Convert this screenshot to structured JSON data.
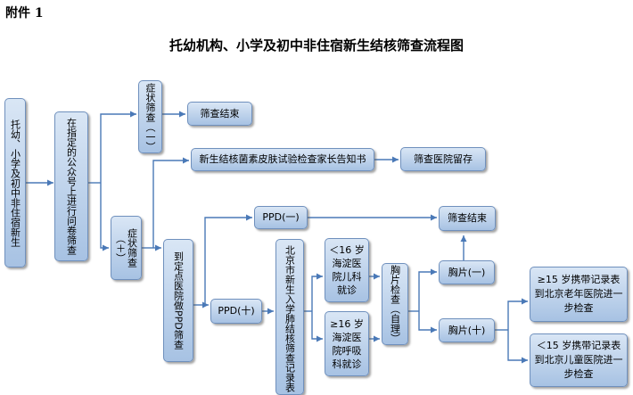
{
  "header": {
    "attachment": "附件 1",
    "title": "托幼机构、小学及初中非住宿新生结核筛查流程图"
  },
  "nodes": {
    "root": "托幼、小学及初中非住宿新生",
    "inquiry": "在指定的公众号上进行问卷筛查",
    "symptom_screen_1": "症状筛查（一）",
    "screen_end_1": "筛查结束",
    "notice": "新生结核菌素皮肤试验检查家长告知书",
    "archive": "筛查医院留存",
    "symptom_screen_plus": "症状筛查（＋）",
    "ppd_test": "到定点医院做PPD筛查",
    "ppd_neg": "PPD(一)",
    "screen_end_2": "筛查结束",
    "ppd_pos": "PPD(十)",
    "record": "北京市新生入学肺结核筛查记录表",
    "under16_a": "＜16 岁海淀医院儿科就诊",
    "under16_b": "≥16 岁海淀医院呼吸科就诊",
    "xray_check": "胸片检查（自理）",
    "xray_neg": "胸片(一)",
    "xray_pos": "胸片(十)",
    "over15": "≥15 岁携带记录表到北京老年医院进一步检查",
    "under15": "＜15 岁携带记录表到北京儿童医院进一步检查"
  },
  "colors": {
    "box_top": "#d9e6f5",
    "box_bottom": "#a7c2e3",
    "box_border": "#6f90bd",
    "line": "#4a79b7"
  }
}
